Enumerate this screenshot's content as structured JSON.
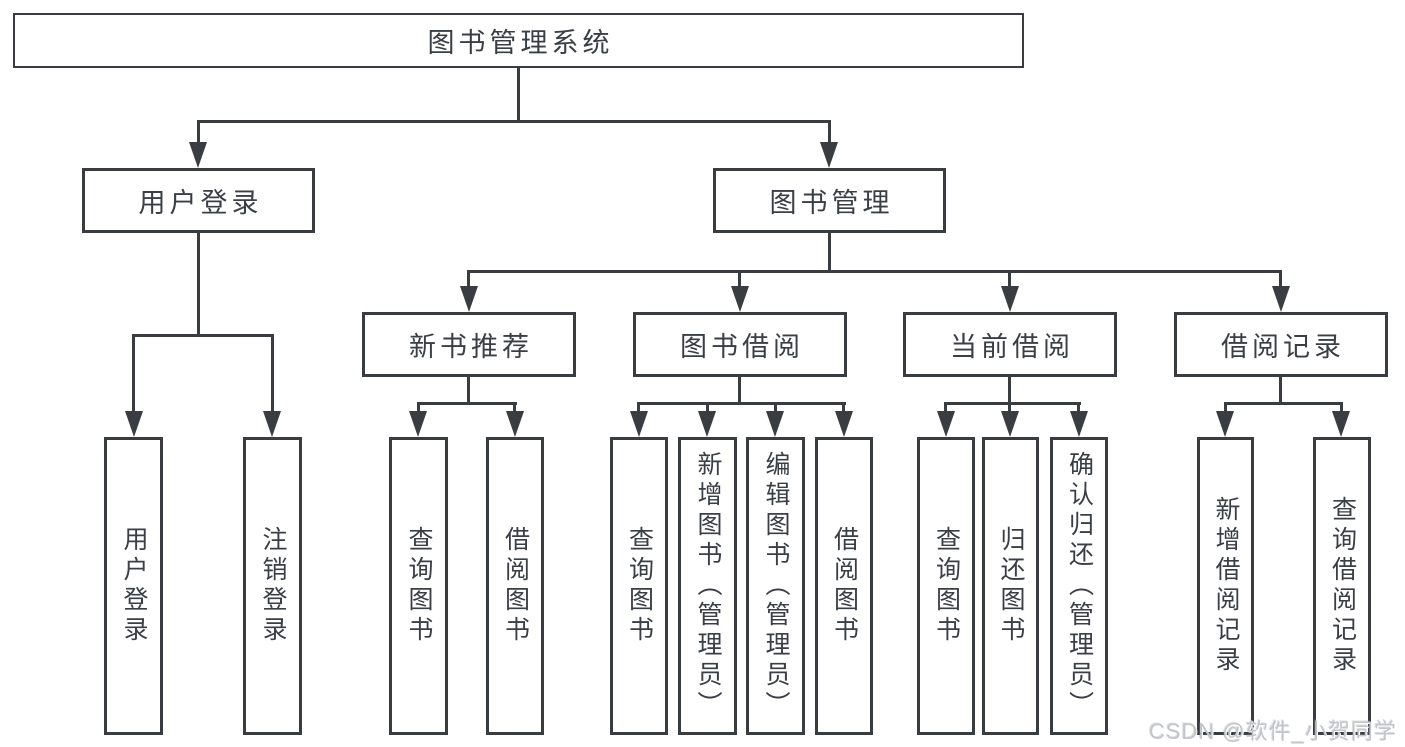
{
  "diagram": {
    "root": {
      "label": "图书管理系统"
    },
    "level1": [
      {
        "label": "用户登录"
      },
      {
        "label": "图书管理"
      }
    ],
    "level2": [
      {
        "label": "新书推荐",
        "parent": "图书管理"
      },
      {
        "label": "图书借阅",
        "parent": "图书管理"
      },
      {
        "label": "当前借阅",
        "parent": "图书管理"
      },
      {
        "label": "借阅记录",
        "parent": "图书管理"
      }
    ],
    "leaves": [
      {
        "label": "用户登录",
        "parent": "用户登录"
      },
      {
        "label": "注销登录",
        "parent": "用户登录"
      },
      {
        "label": "查询图书",
        "parent": "新书推荐"
      },
      {
        "label": "借阅图书",
        "parent": "新书推荐"
      },
      {
        "label": "查询图书",
        "parent": "图书借阅"
      },
      {
        "label": "新增图书（管理员）",
        "parent": "图书借阅"
      },
      {
        "label": "编辑图书（管理员）",
        "parent": "图书借阅"
      },
      {
        "label": "借阅图书",
        "parent": "图书借阅"
      },
      {
        "label": "查询图书",
        "parent": "当前借阅"
      },
      {
        "label": "归还图书",
        "parent": "当前借阅"
      },
      {
        "label": "确认归还（管理员）",
        "parent": "当前借阅"
      },
      {
        "label": "新增借阅记录",
        "parent": "借阅记录"
      },
      {
        "label": "查询借阅记录",
        "parent": "借阅记录"
      }
    ]
  },
  "watermark": {
    "text": "CSDN @软件_小贺同学"
  },
  "colors": {
    "line": "#393c40",
    "text": "#3a3e45",
    "background": "#ffffff",
    "watermark": "#c2c6cc"
  }
}
